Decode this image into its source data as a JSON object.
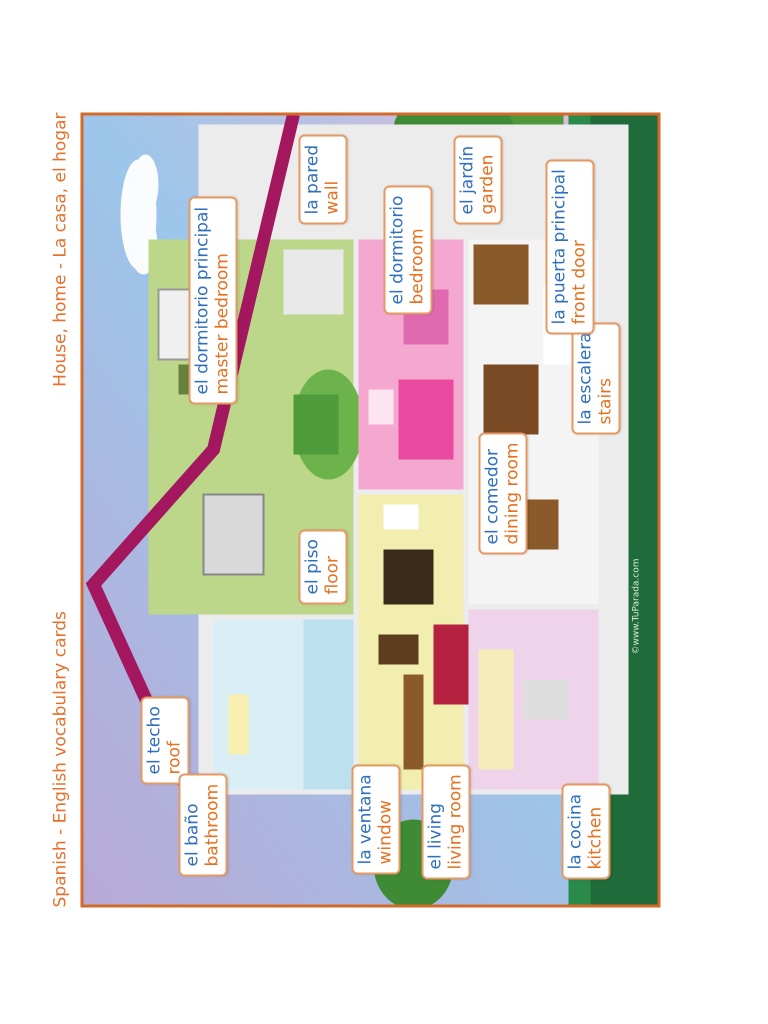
{
  "header": {
    "left_title": "Spanish - English vocabulary cards",
    "right_title": "House, home - La casa, el hogar"
  },
  "labels": [
    {
      "id": "el-techo",
      "es": "el techo",
      "en": "roof"
    },
    {
      "id": "el-bano",
      "es": "el baño",
      "en": "bathroom"
    },
    {
      "id": "el-dormitorio-principal",
      "es": "el dormitorio principal",
      "en": "master bedroom"
    },
    {
      "id": "la-pared",
      "es": "la pared",
      "en": "wall"
    },
    {
      "id": "el-piso",
      "es": "el piso",
      "en": "floor"
    },
    {
      "id": "el-dormitorio",
      "es": "el dormitorio",
      "en": "bedroom"
    },
    {
      "id": "el-jardin",
      "es": "el jardín",
      "en": "garden"
    },
    {
      "id": "la-ventana",
      "es": "la ventana",
      "en": "window"
    },
    {
      "id": "el-living",
      "es": "el living",
      "en": "living room"
    },
    {
      "id": "el-comedor",
      "es": "el comedor",
      "en": "dining room"
    },
    {
      "id": "la-escalera",
      "es": "la escalera",
      "en": "stairs"
    },
    {
      "id": "la-puerta-principal",
      "es": "la puerta principal",
      "en": "front door"
    },
    {
      "id": "la-cocina",
      "es": "la cocina",
      "en": "kitchen"
    }
  ],
  "copyright": "©www.TuParada.com",
  "colors": {
    "accent_orange": "#e8701f",
    "spanish_blue": "#2f6fc0",
    "frame_border": "#d26a2a",
    "roof_line": "#a3175f",
    "grass_green": "#1f6b3a"
  }
}
